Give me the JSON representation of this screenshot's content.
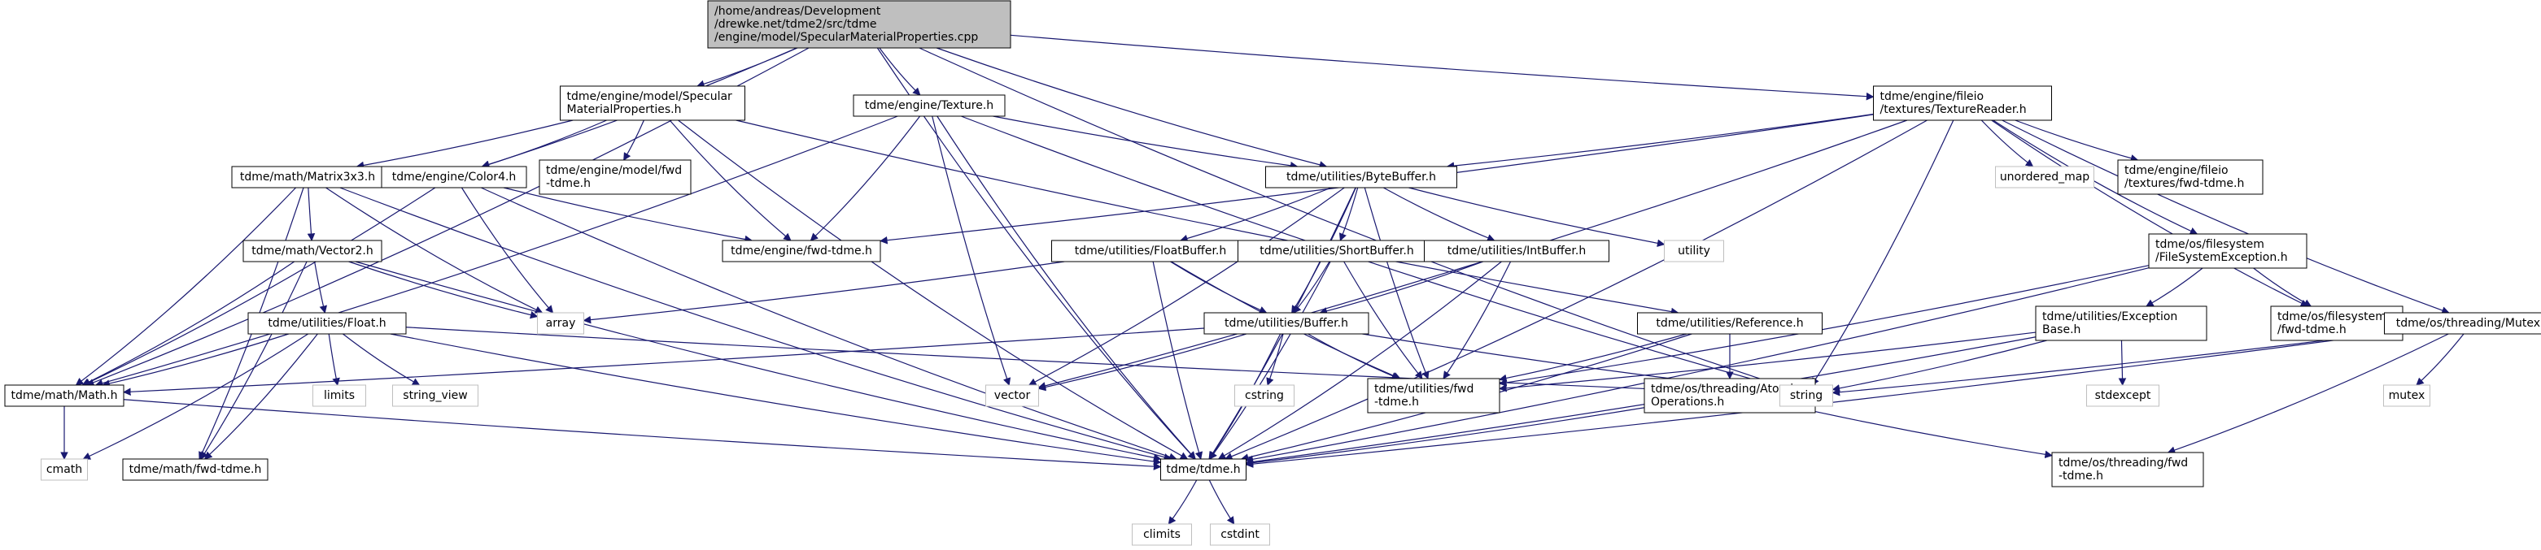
{
  "title": "/home/andreas/Development/drewke.net/tdme2/src/tdme/engine/model/SpecularMaterialProperties.cpp",
  "colors": {
    "edge": "#191970",
    "root_fill": "#bfbfbf",
    "node_fill": "#ffffff",
    "system_border": "#bfbfbf"
  },
  "nodes": [
    {
      "id": "root",
      "lines": [
        "/home/andreas/Development",
        "/drewke.net/tdme2/src/tdme",
        "/engine/model/SpecularMaterialProperties.cpp"
      ],
      "kind": "root"
    },
    {
      "id": "specmat_h",
      "lines": [
        "tdme/engine/model/Specular",
        "MaterialProperties.h"
      ],
      "kind": "file"
    },
    {
      "id": "texture_h",
      "lines": [
        "tdme/engine/Texture.h"
      ],
      "kind": "file"
    },
    {
      "id": "texreader_h",
      "lines": [
        "tdme/engine/fileio",
        "/textures/TextureReader.h"
      ],
      "kind": "file"
    },
    {
      "id": "matrix3x3_h",
      "lines": [
        "tdme/math/Matrix3x3.h"
      ],
      "kind": "file"
    },
    {
      "id": "color4_h",
      "lines": [
        "tdme/engine/Color4.h"
      ],
      "kind": "file"
    },
    {
      "id": "model_fwd",
      "lines": [
        "tdme/engine/model/fwd",
        "-tdme.h"
      ],
      "kind": "file"
    },
    {
      "id": "bytebuffer_h",
      "lines": [
        "tdme/utilities/ByteBuffer.h"
      ],
      "kind": "file"
    },
    {
      "id": "unordered_map",
      "lines": [
        "unordered_map"
      ],
      "kind": "sys"
    },
    {
      "id": "textures_fwd",
      "lines": [
        "tdme/engine/fileio",
        "/textures/fwd-tdme.h"
      ],
      "kind": "file"
    },
    {
      "id": "vector2_h",
      "lines": [
        "tdme/math/Vector2.h"
      ],
      "kind": "file"
    },
    {
      "id": "engine_fwd",
      "lines": [
        "tdme/engine/fwd-tdme.h"
      ],
      "kind": "file"
    },
    {
      "id": "floatbuffer_h",
      "lines": [
        "tdme/utilities/FloatBuffer.h"
      ],
      "kind": "file"
    },
    {
      "id": "shortbuffer_h",
      "lines": [
        "tdme/utilities/ShortBuffer.h"
      ],
      "kind": "file"
    },
    {
      "id": "intbuffer_h",
      "lines": [
        "tdme/utilities/IntBuffer.h"
      ],
      "kind": "file"
    },
    {
      "id": "utility",
      "lines": [
        "utility"
      ],
      "kind": "sys"
    },
    {
      "id": "fsexception_h",
      "lines": [
        "tdme/os/filesystem",
        "/FileSystemException.h"
      ],
      "kind": "file"
    },
    {
      "id": "float_h",
      "lines": [
        "tdme/utilities/Float.h"
      ],
      "kind": "file"
    },
    {
      "id": "array",
      "lines": [
        "array"
      ],
      "kind": "sys"
    },
    {
      "id": "buffer_h",
      "lines": [
        "tdme/utilities/Buffer.h"
      ],
      "kind": "file"
    },
    {
      "id": "reference_h",
      "lines": [
        "tdme/utilities/Reference.h"
      ],
      "kind": "file"
    },
    {
      "id": "exceptionbase_h",
      "lines": [
        "tdme/utilities/Exception",
        "Base.h"
      ],
      "kind": "file"
    },
    {
      "id": "filesystem_fwd",
      "lines": [
        "tdme/os/filesystem",
        "/fwd-tdme.h"
      ],
      "kind": "file"
    },
    {
      "id": "mutex_h",
      "lines": [
        "tdme/os/threading/Mutex.h"
      ],
      "kind": "file"
    },
    {
      "id": "math_h",
      "lines": [
        "tdme/math/Math.h"
      ],
      "kind": "file"
    },
    {
      "id": "limits",
      "lines": [
        "limits"
      ],
      "kind": "sys"
    },
    {
      "id": "string_view",
      "lines": [
        "string_view"
      ],
      "kind": "sys"
    },
    {
      "id": "vector",
      "lines": [
        "vector"
      ],
      "kind": "sys"
    },
    {
      "id": "cstring",
      "lines": [
        "cstring"
      ],
      "kind": "sys"
    },
    {
      "id": "utilities_fwd",
      "lines": [
        "tdme/utilities/fwd",
        "-tdme.h"
      ],
      "kind": "file"
    },
    {
      "id": "atomic_h",
      "lines": [
        "tdme/os/threading/Atomic",
        "Operations.h"
      ],
      "kind": "file"
    },
    {
      "id": "string",
      "lines": [
        "string"
      ],
      "kind": "sys"
    },
    {
      "id": "stdexcept",
      "lines": [
        "stdexcept"
      ],
      "kind": "sys"
    },
    {
      "id": "mutex",
      "lines": [
        "mutex"
      ],
      "kind": "sys"
    },
    {
      "id": "cmath",
      "lines": [
        "cmath"
      ],
      "kind": "sys"
    },
    {
      "id": "math_fwd",
      "lines": [
        "tdme/math/fwd-tdme.h"
      ],
      "kind": "file"
    },
    {
      "id": "tdme_h",
      "lines": [
        "tdme/tdme.h"
      ],
      "kind": "file"
    },
    {
      "id": "threading_fwd",
      "lines": [
        "tdme/os/threading/fwd",
        "-tdme.h"
      ],
      "kind": "file"
    },
    {
      "id": "climits",
      "lines": [
        "climits"
      ],
      "kind": "sys"
    },
    {
      "id": "cstdint",
      "lines": [
        "cstdint"
      ],
      "kind": "sys"
    }
  ],
  "edges": [
    [
      "root",
      "specmat_h"
    ],
    [
      "root",
      "texture_h"
    ],
    [
      "root",
      "texreader_h"
    ],
    [
      "root",
      "math_h"
    ],
    [
      "root",
      "color4_h"
    ],
    [
      "root",
      "bytebuffer_h"
    ],
    [
      "root",
      "tdme_h"
    ],
    [
      "root",
      "string"
    ],
    [
      "specmat_h",
      "matrix3x3_h"
    ],
    [
      "specmat_h",
      "color4_h"
    ],
    [
      "specmat_h",
      "model_fwd"
    ],
    [
      "specmat_h",
      "engine_fwd"
    ],
    [
      "specmat_h",
      "tdme_h"
    ],
    [
      "specmat_h",
      "reference_h"
    ],
    [
      "texture_h",
      "bytebuffer_h"
    ],
    [
      "texture_h",
      "engine_fwd"
    ],
    [
      "texture_h",
      "vector"
    ],
    [
      "texture_h",
      "tdme_h"
    ],
    [
      "texture_h",
      "string"
    ],
    [
      "texture_h",
      "math_h"
    ],
    [
      "texreader_h",
      "bytebuffer_h"
    ],
    [
      "texreader_h",
      "unordered_map"
    ],
    [
      "texreader_h",
      "textures_fwd"
    ],
    [
      "texreader_h",
      "fsexception_h"
    ],
    [
      "texreader_h",
      "filesystem_fwd"
    ],
    [
      "texreader_h",
      "mutex_h"
    ],
    [
      "texreader_h",
      "engine_fwd"
    ],
    [
      "texreader_h",
      "vector"
    ],
    [
      "texreader_h",
      "tdme_h"
    ],
    [
      "texreader_h",
      "string"
    ],
    [
      "matrix3x3_h",
      "vector2_h"
    ],
    [
      "matrix3x3_h",
      "array"
    ],
    [
      "matrix3x3_h",
      "math_h"
    ],
    [
      "matrix3x3_h",
      "math_fwd"
    ],
    [
      "matrix3x3_h",
      "tdme_h"
    ],
    [
      "color4_h",
      "engine_fwd"
    ],
    [
      "color4_h",
      "array"
    ],
    [
      "color4_h",
      "math_h"
    ],
    [
      "color4_h",
      "tdme_h"
    ],
    [
      "vector2_h",
      "float_h"
    ],
    [
      "vector2_h",
      "array"
    ],
    [
      "vector2_h",
      "math_h"
    ],
    [
      "vector2_h",
      "math_fwd"
    ],
    [
      "vector2_h",
      "tdme_h"
    ],
    [
      "bytebuffer_h",
      "floatbuffer_h"
    ],
    [
      "bytebuffer_h",
      "shortbuffer_h"
    ],
    [
      "bytebuffer_h",
      "intbuffer_h"
    ],
    [
      "bytebuffer_h",
      "utility"
    ],
    [
      "bytebuffer_h",
      "buffer_h"
    ],
    [
      "bytebuffer_h",
      "vector"
    ],
    [
      "bytebuffer_h",
      "utilities_fwd"
    ],
    [
      "bytebuffer_h",
      "tdme_h"
    ],
    [
      "floatbuffer_h",
      "buffer_h"
    ],
    [
      "floatbuffer_h",
      "array"
    ],
    [
      "floatbuffer_h",
      "utilities_fwd"
    ],
    [
      "floatbuffer_h",
      "tdme_h"
    ],
    [
      "shortbuffer_h",
      "buffer_h"
    ],
    [
      "shortbuffer_h",
      "utilities_fwd"
    ],
    [
      "shortbuffer_h",
      "tdme_h"
    ],
    [
      "intbuffer_h",
      "buffer_h"
    ],
    [
      "intbuffer_h",
      "utilities_fwd"
    ],
    [
      "intbuffer_h",
      "tdme_h"
    ],
    [
      "buffer_h",
      "math_h"
    ],
    [
      "buffer_h",
      "vector"
    ],
    [
      "buffer_h",
      "cstring"
    ],
    [
      "buffer_h",
      "utilities_fwd"
    ],
    [
      "buffer_h",
      "tdme_h"
    ],
    [
      "buffer_h",
      "string"
    ],
    [
      "float_h",
      "math_h"
    ],
    [
      "float_h",
      "limits"
    ],
    [
      "float_h",
      "string_view"
    ],
    [
      "float_h",
      "cmath"
    ],
    [
      "float_h",
      "string"
    ],
    [
      "float_h",
      "tdme_h"
    ],
    [
      "float_h",
      "math_fwd"
    ],
    [
      "reference_h",
      "atomic_h"
    ],
    [
      "reference_h",
      "utilities_fwd"
    ],
    [
      "reference_h",
      "tdme_h"
    ],
    [
      "atomic_h",
      "tdme_h"
    ],
    [
      "atomic_h",
      "threading_fwd"
    ],
    [
      "fsexception_h",
      "exceptionbase_h"
    ],
    [
      "fsexception_h",
      "filesystem_fwd"
    ],
    [
      "fsexception_h",
      "tdme_h"
    ],
    [
      "fsexception_h",
      "utilities_fwd"
    ],
    [
      "exceptionbase_h",
      "stdexcept"
    ],
    [
      "exceptionbase_h",
      "string"
    ],
    [
      "exceptionbase_h",
      "tdme_h"
    ],
    [
      "exceptionbase_h",
      "utilities_fwd"
    ],
    [
      "mutex_h",
      "mutex"
    ],
    [
      "mutex_h",
      "string"
    ],
    [
      "mutex_h",
      "tdme_h"
    ],
    [
      "mutex_h",
      "threading_fwd"
    ],
    [
      "math_h",
      "cmath"
    ],
    [
      "math_h",
      "tdme_h"
    ],
    [
      "tdme_h",
      "climits"
    ],
    [
      "tdme_h",
      "cstdint"
    ]
  ]
}
